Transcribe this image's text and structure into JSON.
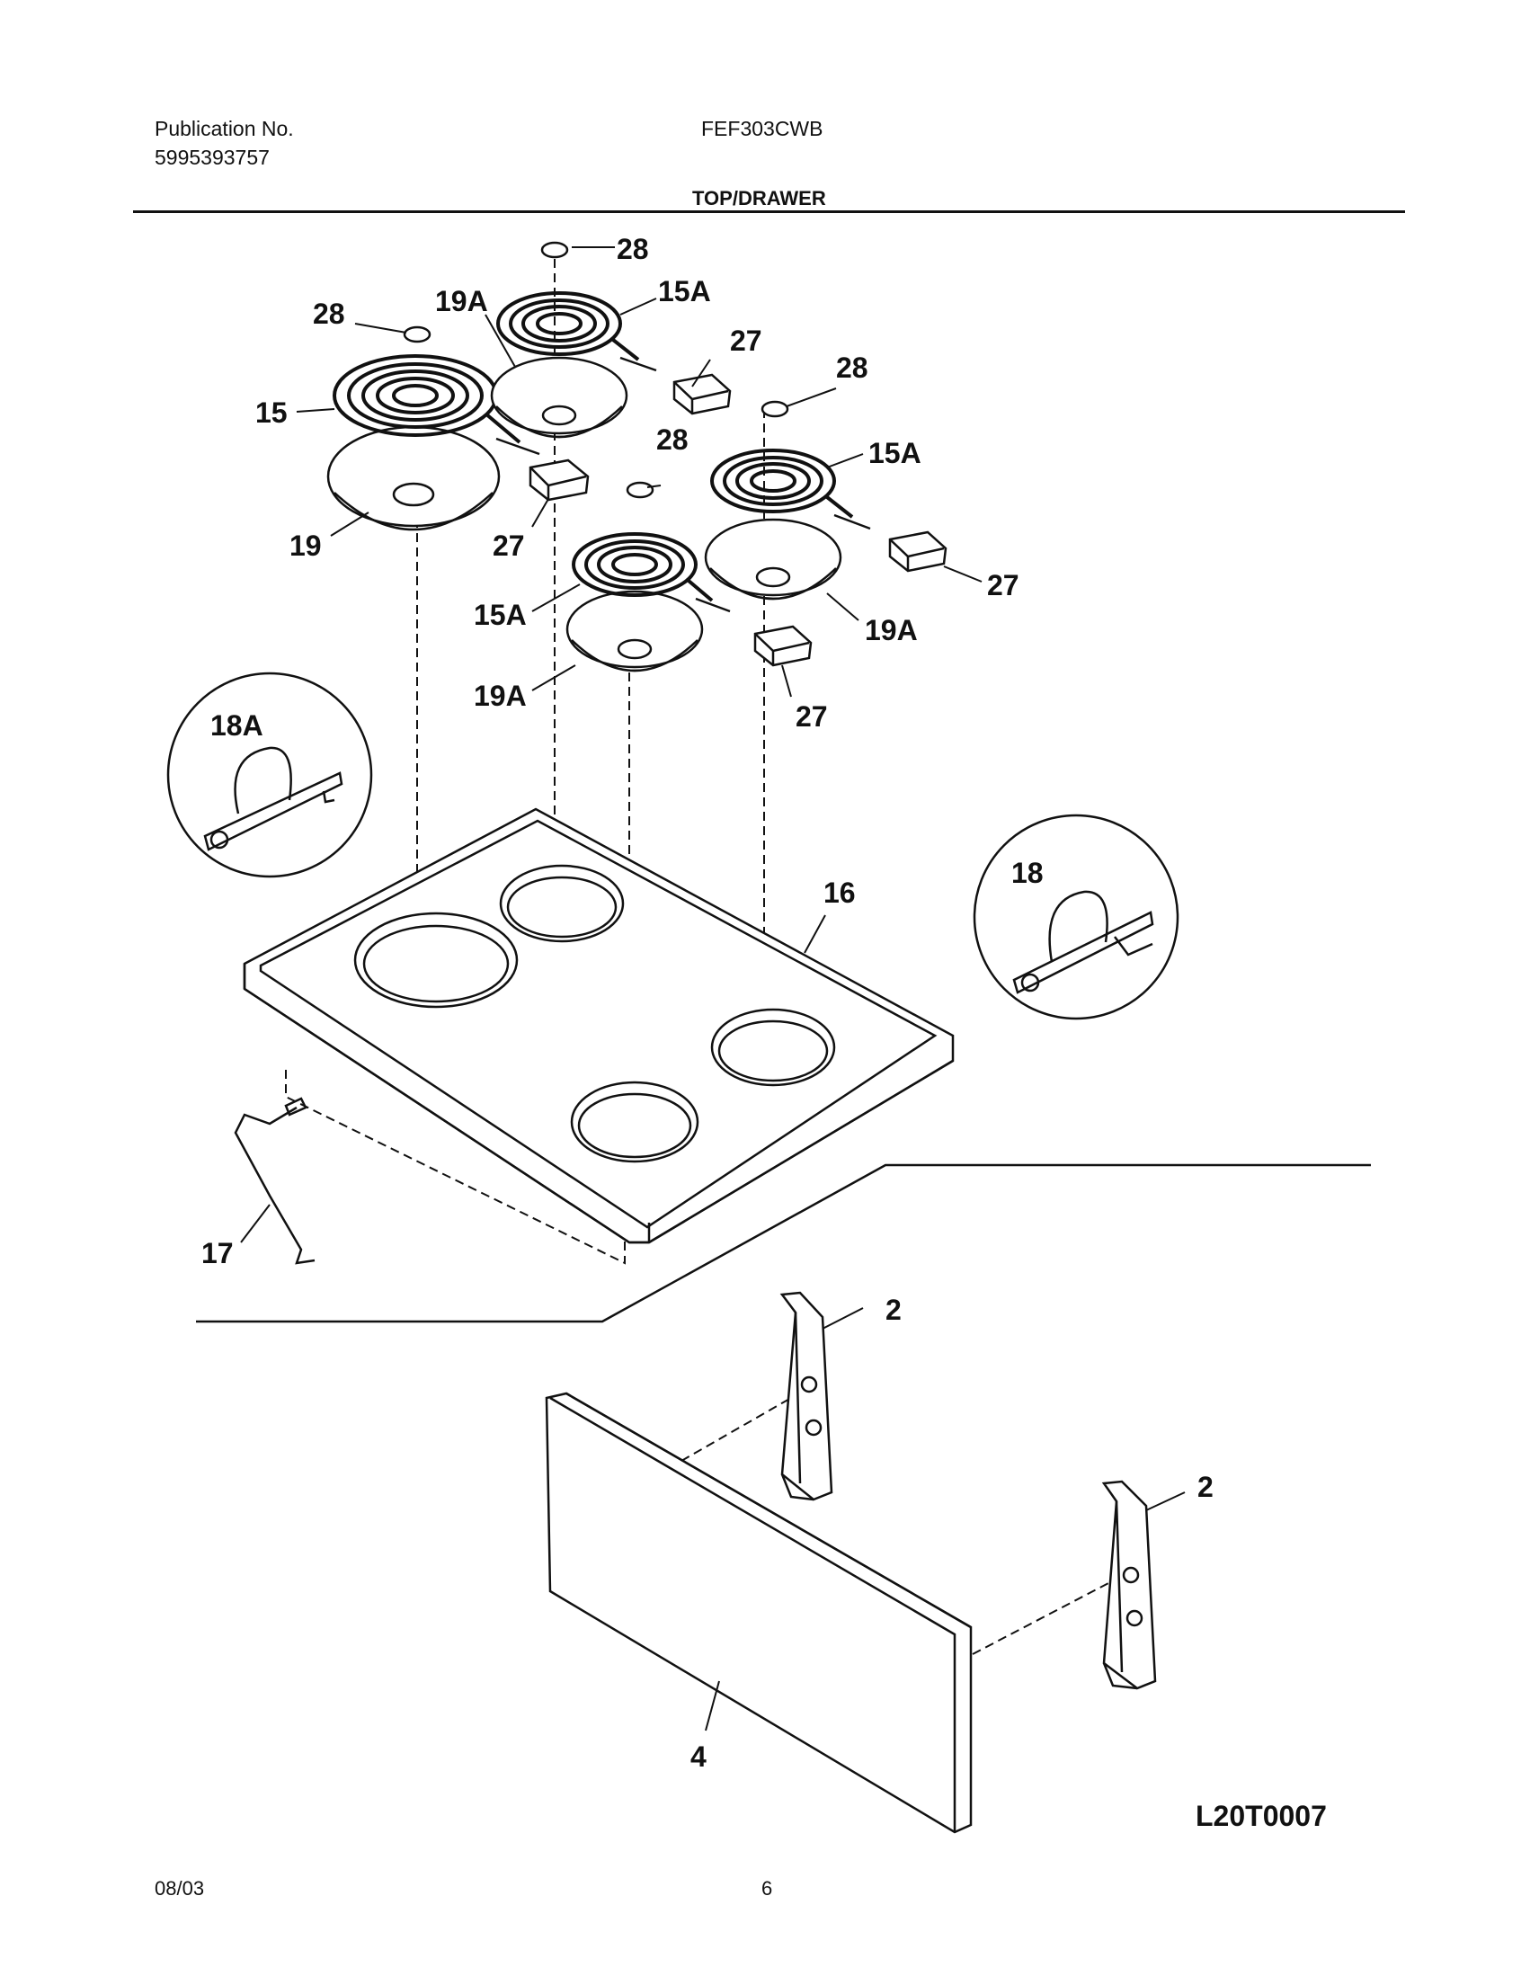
{
  "header": {
    "publication_label": "Publication No.",
    "publication_number": "5995393757",
    "model": "FEF303CWB",
    "section_title": "TOP/DRAWER"
  },
  "callouts": {
    "c28a": "28",
    "c28b": "28",
    "c28c": "28",
    "c28d": "28",
    "c15": "15",
    "c15a1": "15A",
    "c15a2": "15A",
    "c15a3": "15A",
    "c19": "19",
    "c19a1": "19A",
    "c19a2": "19A",
    "c19a3": "19A",
    "c27a": "27",
    "c27b": "27",
    "c27c": "27",
    "c27d": "27",
    "c18a": "18A",
    "c18": "18",
    "c16": "16",
    "c17": "17",
    "c2a": "2",
    "c2b": "2",
    "c4": "4"
  },
  "figure_code": "L20T0007",
  "footer": {
    "date": "08/03",
    "page": "6"
  }
}
